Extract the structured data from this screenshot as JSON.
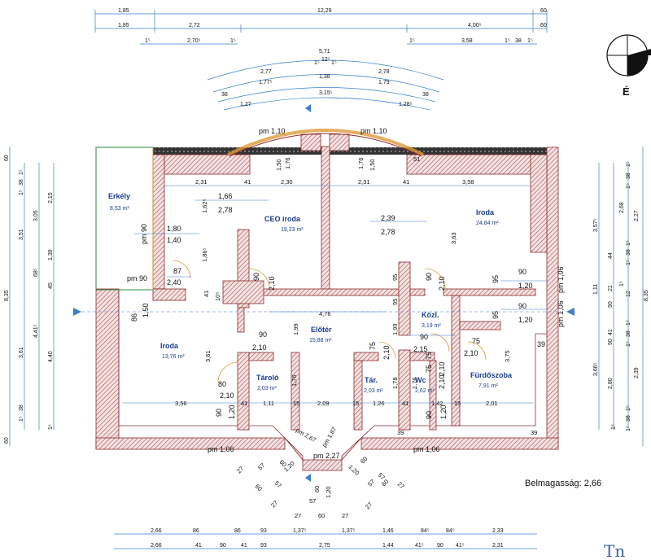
{
  "north_label": "É",
  "ceiling_height": "Belmagasság: 2,66",
  "signature": "Tn",
  "rooms": [
    {
      "name": "Erkély",
      "area": "8,53 m²"
    },
    {
      "name": "CEO iroda",
      "area": "19,23 m²"
    },
    {
      "name": "Iroda",
      "area": "24,84 m²"
    },
    {
      "name": "Iroda",
      "area": "13,76 m²"
    },
    {
      "name": "Előtér",
      "area": "15,88 m²"
    },
    {
      "name": "Közl.",
      "area": "3,19 m²"
    },
    {
      "name": "Tároló",
      "area": "2,03 m²"
    },
    {
      "name": "Tár.",
      "area": "2,03 m²"
    },
    {
      "name": "Wc",
      "area": "2,62 m²"
    },
    {
      "name": "Fürdőszoba",
      "area": "7,91 m²"
    }
  ],
  "top_dims": {
    "row1": [
      "1,85",
      "12,29",
      "60"
    ],
    "row2": [
      "1,85",
      "2,72",
      "4,00⁵",
      "60"
    ],
    "row3": [
      "1⁵",
      "2,70⁵",
      "1⁵",
      "1⁵",
      "3,58",
      "1⁵",
      "38",
      "1⁵"
    ],
    "arc": [
      "5,71",
      "1⁵",
      "12⁵",
      "1⁵",
      "2,77",
      "2,78",
      "1,38",
      "1,77⁵",
      "1,79",
      "38",
      "3,15⁵",
      "38",
      "1,27",
      "1,28⁵"
    ]
  },
  "bottom_dims": {
    "row1": [
      "2,66",
      "86",
      "86",
      "93",
      "1,37⁵",
      "1,37⁵",
      "1,46",
      "84⁵",
      "84⁵",
      "2,33"
    ],
    "row2": [
      "2,66",
      "41",
      "90",
      "41",
      "93",
      "2,75",
      "1,44",
      "41⁵",
      "90",
      "41⁵",
      "2,31"
    ]
  },
  "left_dims": [
    "60",
    "1⁵",
    "38",
    "1⁵",
    "2,15",
    "3,05",
    "3,51",
    "1,39",
    "68⁵",
    "45",
    "8,35",
    "4,41⁵",
    "4,40",
    "3,61",
    "38",
    "1⁵",
    "1⁵",
    "60"
  ],
  "right_dims": [
    "1⁵",
    "38",
    "1⁵",
    "2,68",
    "3,57⁵",
    "2,27",
    "44",
    "1⁵",
    "38",
    "1⁵",
    "1,11",
    "21",
    "90",
    "1⁵",
    "12",
    "8,35",
    "41",
    "90",
    "1⁵",
    "38",
    "1⁵",
    "3,66⁵",
    "2,80",
    "2,39",
    "1⁵",
    "38",
    "1⁵",
    "1⁵"
  ],
  "interior_dims": {
    "top_row": [
      "2,31",
      "41",
      "2,30",
      "2,31",
      "41",
      "3,58"
    ],
    "window_top": [
      "pm 1,10",
      "pm 1,10",
      "1,76",
      "1,50",
      "1,76",
      "1,50",
      "51"
    ],
    "ceo": [
      "1,66",
      "2,78",
      "2,39",
      "2,78"
    ],
    "erkely": [
      "pm 90",
      "1,80",
      "1,40",
      "87",
      "pm 90",
      "2,40"
    ],
    "left_v": [
      "1,62⁵",
      "1,86⁵",
      "3,61",
      "10⁵",
      "41"
    ],
    "mid": [
      "90",
      "2,10",
      "90",
      "2,10",
      "95",
      "95",
      "4,76",
      "1,50",
      "86"
    ],
    "right": [
      "90",
      "1,20",
      "95",
      "90",
      "1,20",
      "95",
      "pm 1,06",
      "pm 1,06",
      "3,63",
      "39"
    ],
    "center": [
      "90",
      "2,10",
      "1,99",
      "1,99",
      "90",
      "2,15",
      "75",
      "2,10",
      "75",
      "2,10",
      "75",
      "2,10",
      "75"
    ],
    "lower_left": [
      "80",
      "2,10",
      "90",
      "1,20",
      "1,76",
      "1,78"
    ],
    "bottom_row": [
      "3,56",
      "41",
      "1,11",
      "15",
      "2,09",
      "15",
      "1,26",
      "41",
      "1,42",
      "15",
      "2,01"
    ],
    "lower_right": [
      "90",
      "1,20",
      "3,75",
      "2,10",
      "1,76"
    ],
    "bottom_win": [
      "pm 1,06",
      "pm 1,06",
      "39",
      "39"
    ],
    "bay": [
      "pm 2,67",
      "pm 1,87",
      "pm 2,27",
      "60",
      "1,20",
      "60",
      "1,20",
      "27",
      "57",
      "60",
      "57",
      "27",
      "27",
      "57",
      "60",
      "57",
      "27",
      "60",
      "1,20",
      "57",
      "27",
      "60",
      "27"
    ]
  }
}
